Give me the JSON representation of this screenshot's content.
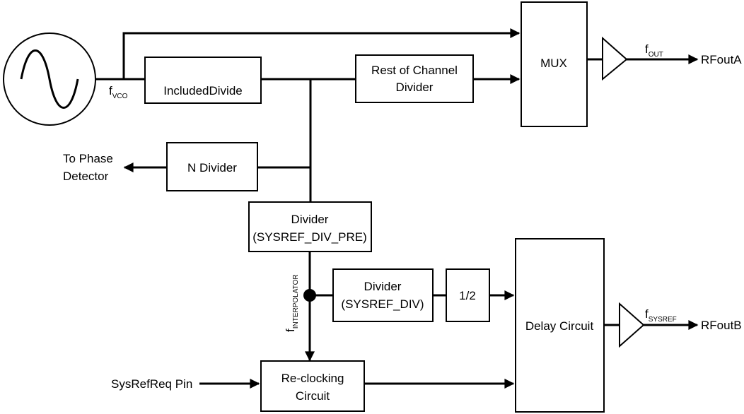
{
  "blocks": {
    "included_divide": "IncludedDivide",
    "rest_channel_line1": "Rest of Channel",
    "rest_channel_line2": "Divider",
    "mux": "MUX",
    "n_divider": "N Divider",
    "sysref_pre_line1": "Divider",
    "sysref_pre_line2": "(SYSREF_DIV_PRE)",
    "sysref_div_line1": "Divider",
    "sysref_div_line2": "(SYSREF_DIV)",
    "half": "1/2",
    "delay": "Delay Circuit",
    "reclock_line1": "Re-clocking",
    "reclock_line2": "Circuit"
  },
  "signals": {
    "fvco_main": "f",
    "fvco_sub": "VCO",
    "fout_main": "f",
    "fout_sub": "OUT",
    "rfouta": "RFoutA",
    "fsysref_main": "f",
    "fsysref_sub": "SYSREF",
    "rfoutb": "RFoutB",
    "to_pd_line1": "To Phase",
    "to_pd_line2": "Detector",
    "finterp_main": "f",
    "finterp_sub": "INTERPOLATOR",
    "sysrefreq": "SysRefReq Pin"
  },
  "colors": {
    "stroke": "#000000",
    "fill": "#ffffff"
  }
}
